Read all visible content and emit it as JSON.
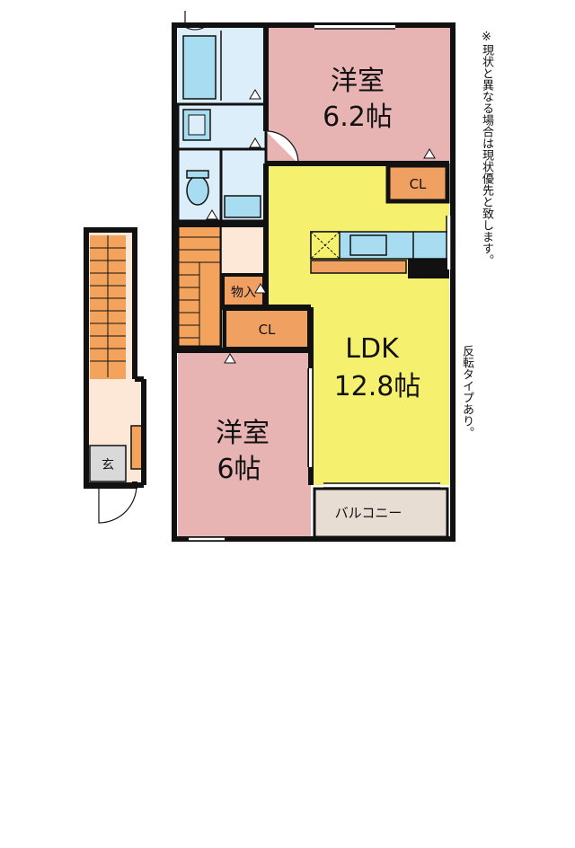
{
  "rooms": {
    "western_room_top": {
      "name": "洋室",
      "size": "6.2帖"
    },
    "western_room_bottom": {
      "name": "洋室",
      "size": "6帖"
    },
    "ldk": {
      "name": "LDK",
      "size": "12.8帖"
    },
    "closet_top": "CL",
    "closet_mid": "CL",
    "storage": "物入",
    "entrance": "玄",
    "balcony": "バルコニー"
  },
  "note": {
    "line1": "※現状と異なる場合は現状優先と致します。",
    "line2": "反転タイプあり。"
  },
  "colors": {
    "wall": "#111111",
    "western": "#e8b3b3",
    "ldk": "#f5f06e",
    "closet": "#f0a060",
    "wet": "#dceefa",
    "fixture": "#a8dcf0",
    "hall": "#fde8d8",
    "stairs": "#f3a35c",
    "entrance_floor": "#d9d9d9",
    "balcony": "#e8ddd3"
  }
}
